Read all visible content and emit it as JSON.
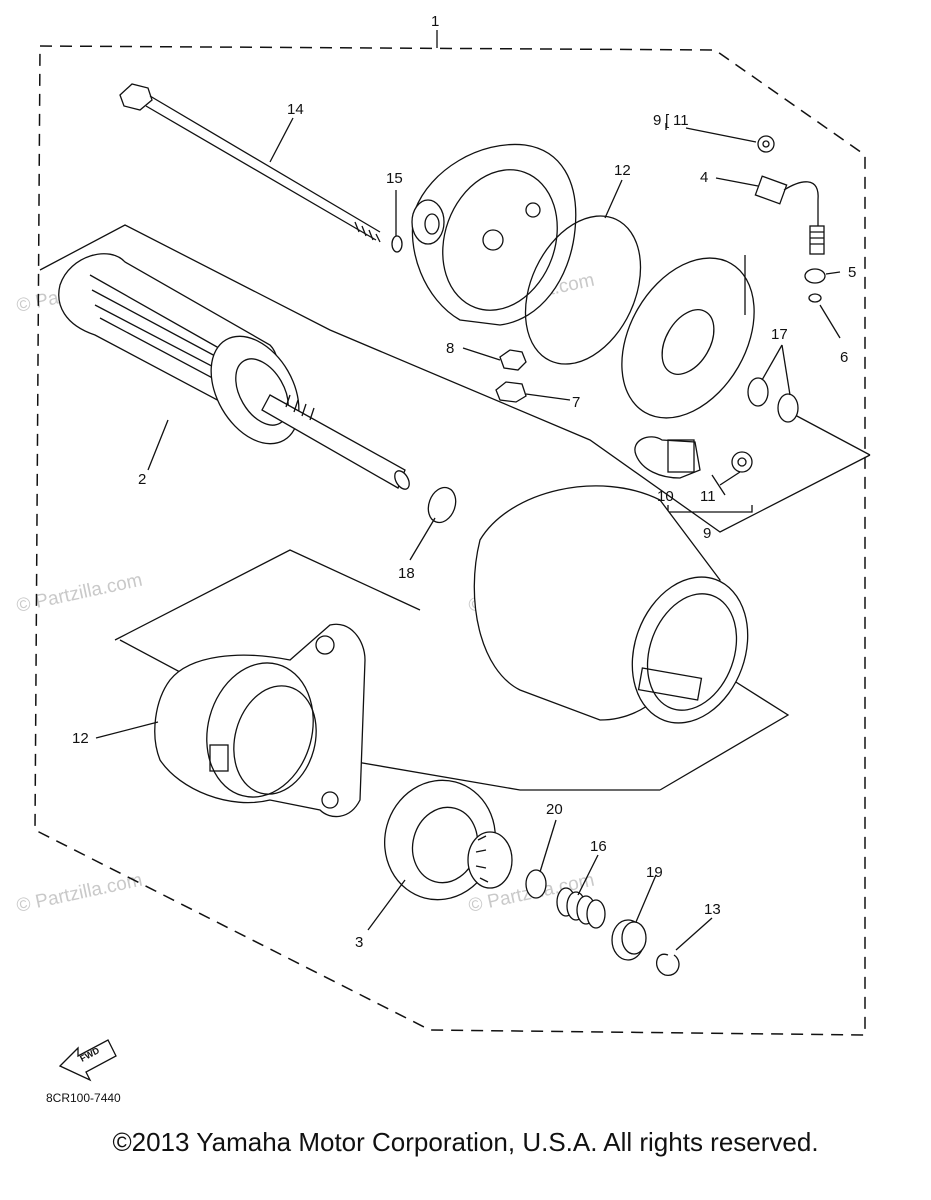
{
  "diagram": {
    "code": "8CR100-7440",
    "fwd_label": "FWD",
    "watermark": "© Partzilla.com",
    "callouts": {
      "c1": "1",
      "c2": "2",
      "c3": "3",
      "c4": "4",
      "c5": "5",
      "c6": "6",
      "c7": "7",
      "c8": "8",
      "c9a": "9",
      "c9b": "9",
      "c10": "10",
      "c11a": "11",
      "c11b": "11",
      "c12a": "12",
      "c12b": "12",
      "c13": "13",
      "c14": "14",
      "c15": "15",
      "c16": "16",
      "c17": "17",
      "c18": "18",
      "c19": "19",
      "c20": "20"
    }
  },
  "footer": {
    "copyright": "©2013 Yamaha Motor Corporation, U.S.A. All rights reserved."
  }
}
